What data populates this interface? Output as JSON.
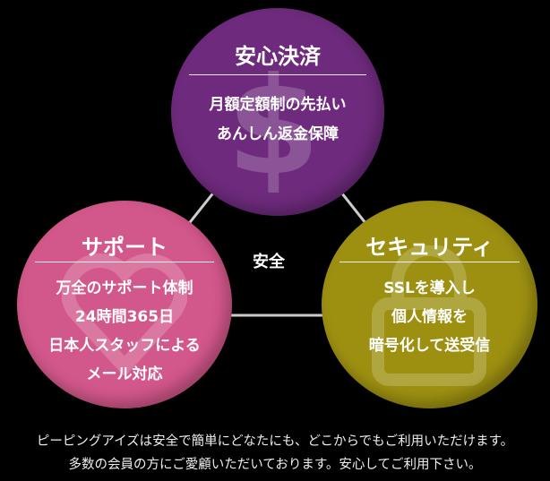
{
  "center_label": "安全",
  "circles": {
    "payment": {
      "title": "安心決済",
      "lines": [
        "月額定額制の先払い",
        "あんしん返金保障"
      ],
      "color": "#6e2a7c",
      "icon": "dollar-icon"
    },
    "support": {
      "title": "サポート",
      "lines": [
        "万全のサポート体制",
        "24時間365日",
        "日本人スタッフによる",
        "メール対応"
      ],
      "color": "#d2578a",
      "icon": "heart-icon"
    },
    "security": {
      "title": "セキュリティ",
      "lines": [
        "SSLを導入し",
        "個人情報を",
        "暗号化して送受信"
      ],
      "color": "#9d9011",
      "icon": "lock-icon"
    }
  },
  "footer": [
    "ピーピングアイズは安全で簡単にどなたにも、どこからでもご利用いただけます。",
    "多数の会員の方にご愛顧いただいております。安心してご利用下さい。"
  ]
}
